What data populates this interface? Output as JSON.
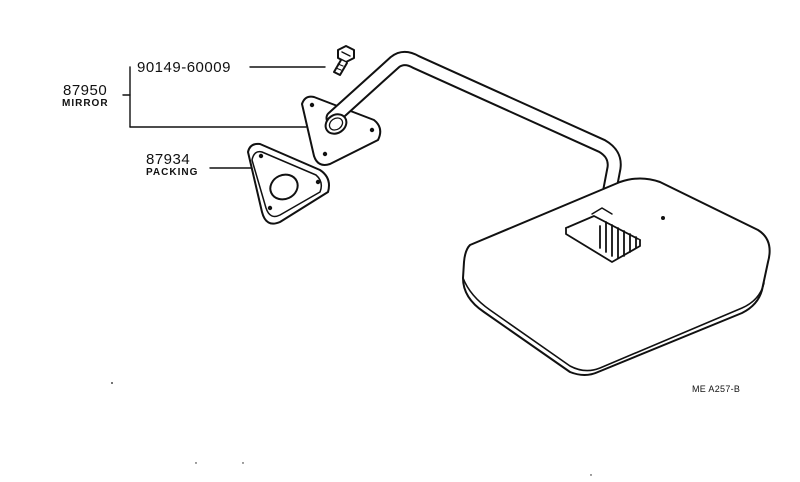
{
  "parts": {
    "mirror": {
      "number": "87950",
      "name": "MIRROR"
    },
    "screw": {
      "number": "90149-60009"
    },
    "packing": {
      "number": "87934",
      "name": "PACKING"
    }
  },
  "diagram_ref": "ME A257-B",
  "colors": {
    "ink": "#111111",
    "paper": "#ffffff"
  }
}
